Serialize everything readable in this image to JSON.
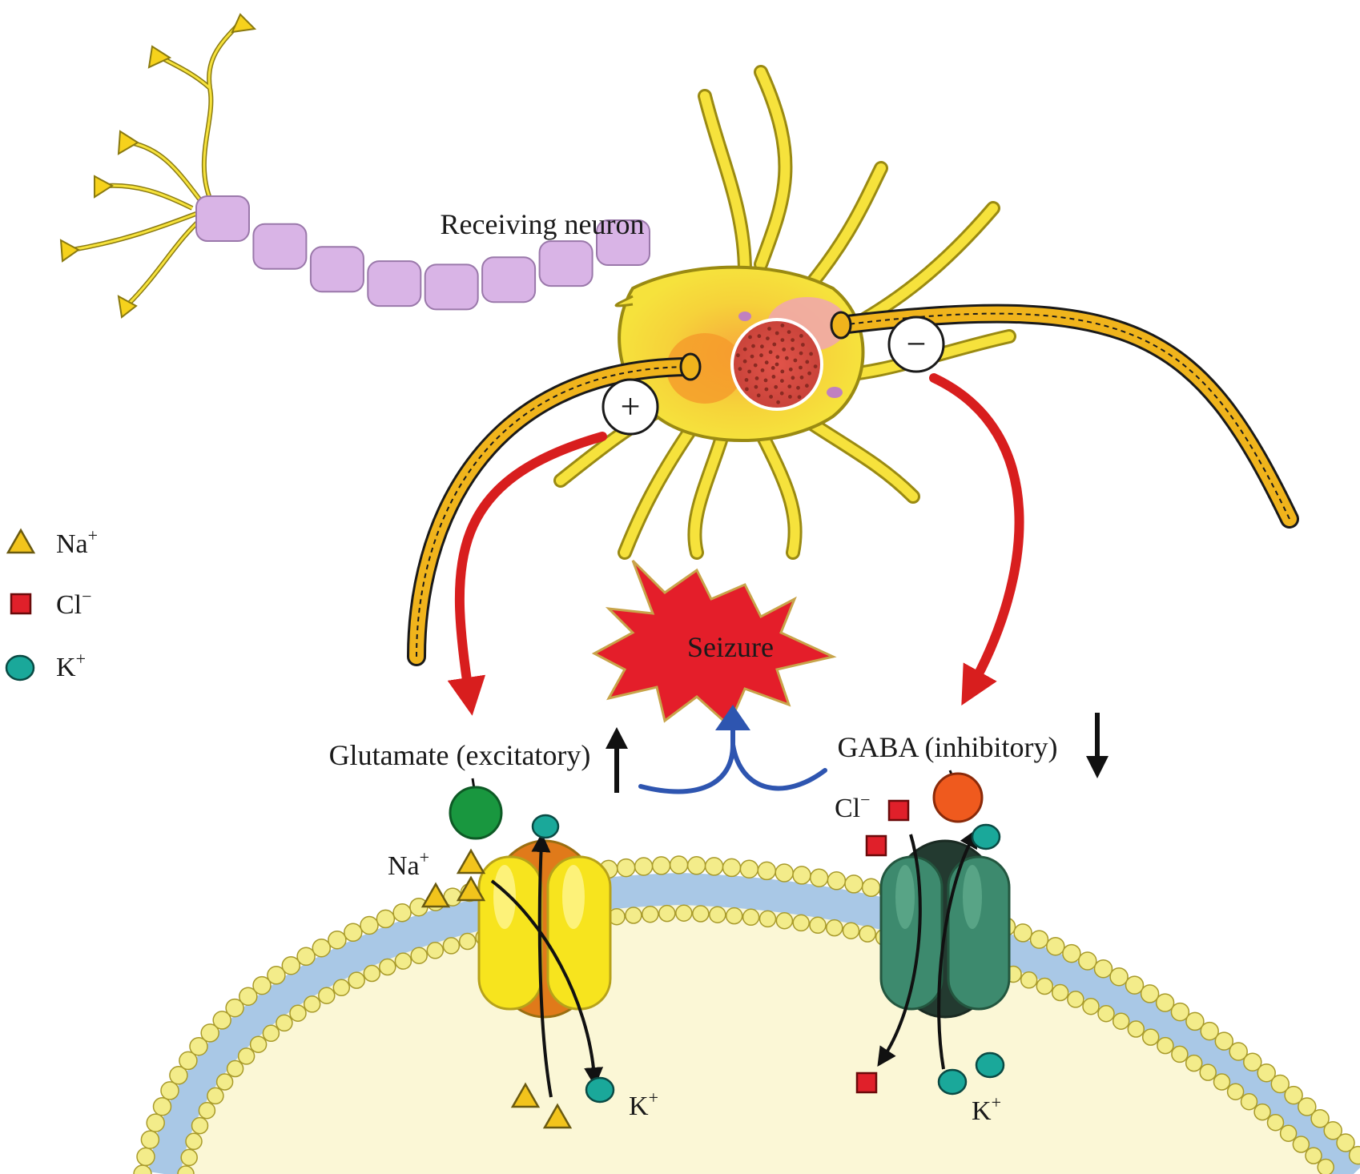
{
  "title": "Receiving neuron",
  "center_label": "Seizure",
  "excitatory": {
    "label": "Glutamate (excitatory)",
    "sign": "+",
    "trend": "up"
  },
  "inhibitory": {
    "label": "GABA (inhibitory)",
    "sign": "−",
    "trend": "down"
  },
  "legend": [
    {
      "shape": "triangle",
      "label": "Na",
      "charge": "+",
      "color": "#f2c41c"
    },
    {
      "shape": "square",
      "label": "Cl",
      "charge": "−",
      "color": "#e0202a"
    },
    {
      "shape": "circle",
      "label": "K",
      "charge": "+",
      "color": "#1aa89a"
    }
  ],
  "ion_labels": {
    "na_left": {
      "label": "Na",
      "charge": "+"
    },
    "k_left": {
      "label": "K",
      "charge": "+"
    },
    "cl_right": {
      "label": "Cl",
      "charge": "−"
    },
    "k_right": {
      "label": "K",
      "charge": "+"
    }
  },
  "colors": {
    "neuron": "#f6e23c",
    "myelin": "#d9b4e6",
    "red_arrow": "#d81e1e",
    "blue_arrow": "#2e55b0",
    "membrane_head": "#f3ec8a",
    "membrane_tail": "#a9c8e6",
    "cytoplasm": "#fbf7d6",
    "channel_excitatory": "#f7e41e",
    "channel_inhibitory": "#3d8a6e",
    "glutamate_vesicle": "#19973f",
    "gaba_vesicle": "#ef5a1e"
  }
}
